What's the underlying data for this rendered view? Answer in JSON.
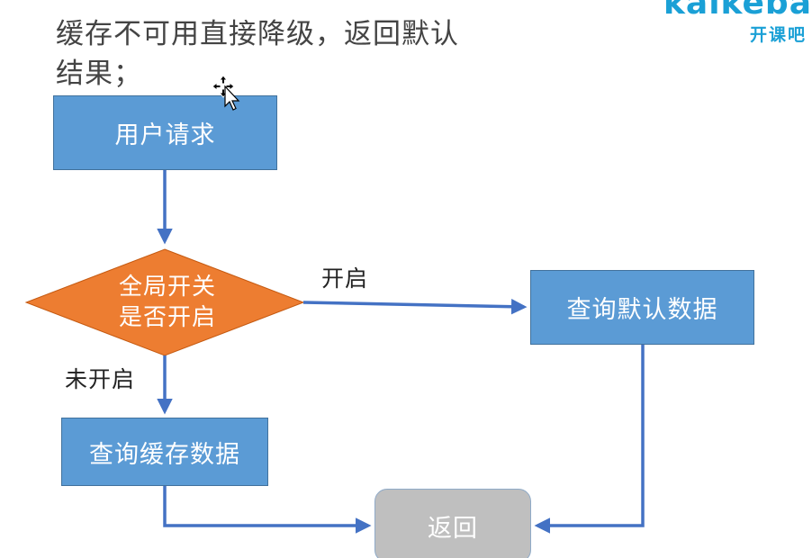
{
  "heading": {
    "line1": "缓存不可用直接降级，返回默认",
    "line2": "结果；"
  },
  "logo": {
    "brand_en": "kaikeba",
    "brand_cn": "开课吧",
    "color": "#1aa0d6"
  },
  "nodes": {
    "request": {
      "label": "用户请求"
    },
    "decision": {
      "line1": "全局开关",
      "line2": "是否开启"
    },
    "query_default": {
      "label": "查询默认数据"
    },
    "query_cache": {
      "label": "查询缓存数据"
    },
    "return": {
      "label": "返回"
    }
  },
  "edges": {
    "on_label": "开启",
    "off_label": "未开启"
  },
  "colors": {
    "process_fill": "#5b9bd5",
    "process_border": "#41719c",
    "decision_fill": "#ed7d31",
    "terminal_fill": "#bfbfbf",
    "connector": "#4472c4"
  }
}
